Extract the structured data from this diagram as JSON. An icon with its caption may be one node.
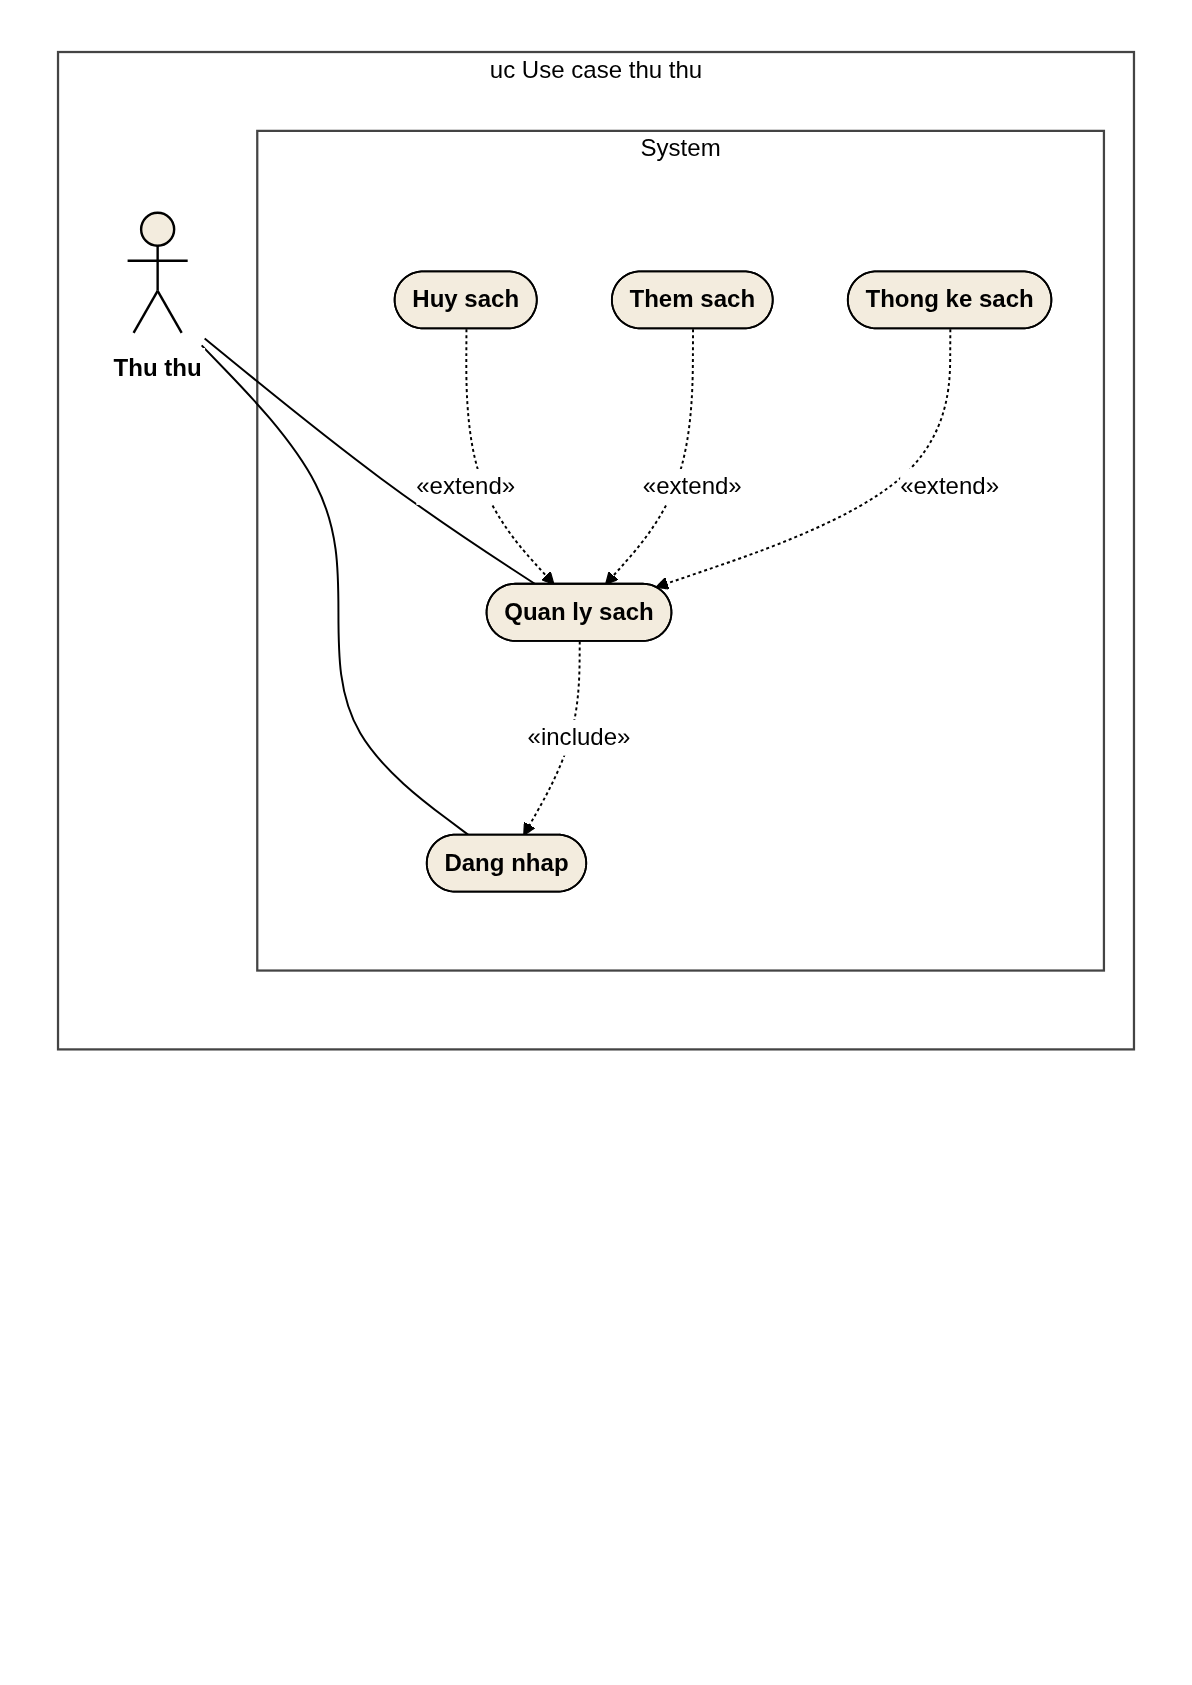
{
  "diagram": {
    "nodes": [
      {
        "text": [
          "uc Use case thu thu"
        ]
      },
      {
        "text": [
          "System"
        ],
        "in": 0
      },
      {
        "text": [
          "Thu thu"
        ],
        "in": 0
      },
      {
        "text": [
          "Dang nhap"
        ],
        "in": 1
      },
      {
        "text": [
          "Huy sach"
        ],
        "in": 1
      },
      {
        "text": [
          "Quan ly sach"
        ],
        "in": 1
      },
      {
        "text": [
          "Them sach"
        ],
        "in": 1
      },
      {
        "text": [
          "Thong ke sach"
        ],
        "in": 1
      }
    ],
    "edges": [
      {
        "from": 2,
        "to": 3,
        "arrow": "none"
      },
      {
        "from": 2,
        "to": 5,
        "arrow": "none"
      },
      {
        "from": 5,
        "to": 3,
        "arrow": "to",
        "style": "dashed",
        "label": "«include»"
      },
      {
        "from": 4,
        "to": 5,
        "arrow": "to",
        "style": "dashed",
        "label": "«extend»"
      },
      {
        "from": 6,
        "to": 5,
        "arrow": "to",
        "style": "dashed",
        "label": "«extend»"
      },
      {
        "from": 7,
        "to": 5,
        "arrow": "to",
        "style": "dashed",
        "label": "«extend»"
      }
    ]
  }
}
